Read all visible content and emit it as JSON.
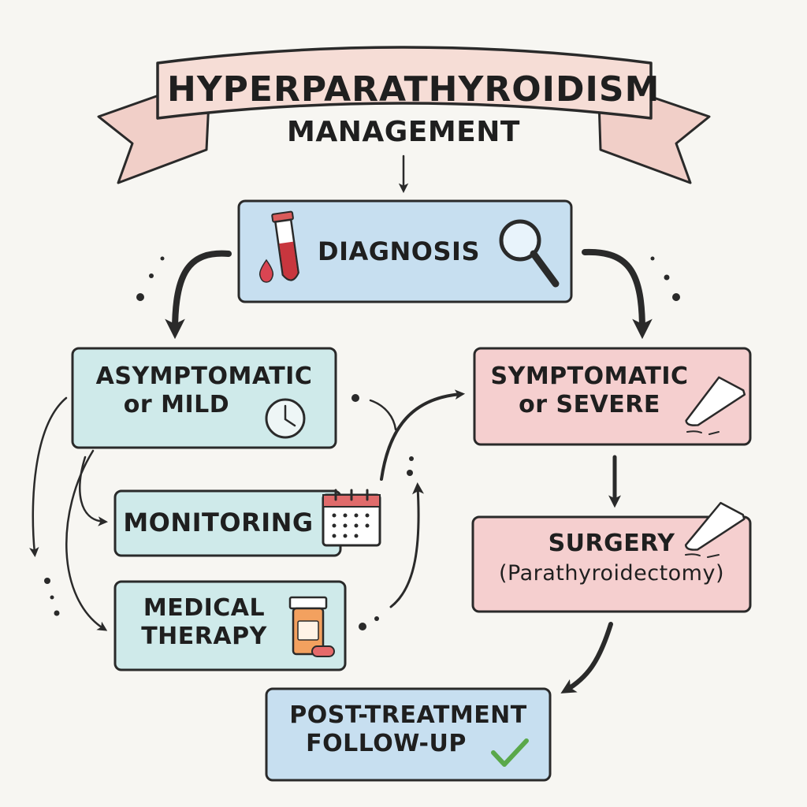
{
  "title": "HYPERPARATHYROIDISM",
  "subtitle": "MANAGEMENT",
  "nodes": {
    "diagnosis": "DIAGNOSIS",
    "asymptomatic_line1": "ASYMPTOMATIC",
    "asymptomatic_line2": "or MILD",
    "symptomatic_line1": "SYMPTOMATIC",
    "symptomatic_line2": "or SEVERE",
    "monitoring": "MONITORING",
    "medical_line1": "MEDICAL",
    "medical_line2": "THERAPY",
    "surgery_line1": "SURGERY",
    "surgery_line2": "(Parathyroidectomy)",
    "followup_line1": "POST-TREATMENT",
    "followup_line2": "FOLLOW-UP"
  },
  "icons": {
    "diagnosis": [
      "test-tube-icon",
      "blood-drop-icon",
      "magnifier-icon"
    ],
    "asymptomatic": "clock-icon",
    "monitoring": "calendar-icon",
    "medical": "pill-bottle-icon",
    "symptomatic": "scalpel-icon",
    "surgery": "scalpel-icon",
    "followup": "checkmark-icon"
  },
  "colors": {
    "ribbon": "#f6ddd6",
    "blue_box": "#c7dff0",
    "teal_box": "#cfeaea",
    "red_box": "#f5cfcf",
    "ink": "#2a2a2a",
    "check": "#5aa84a"
  }
}
